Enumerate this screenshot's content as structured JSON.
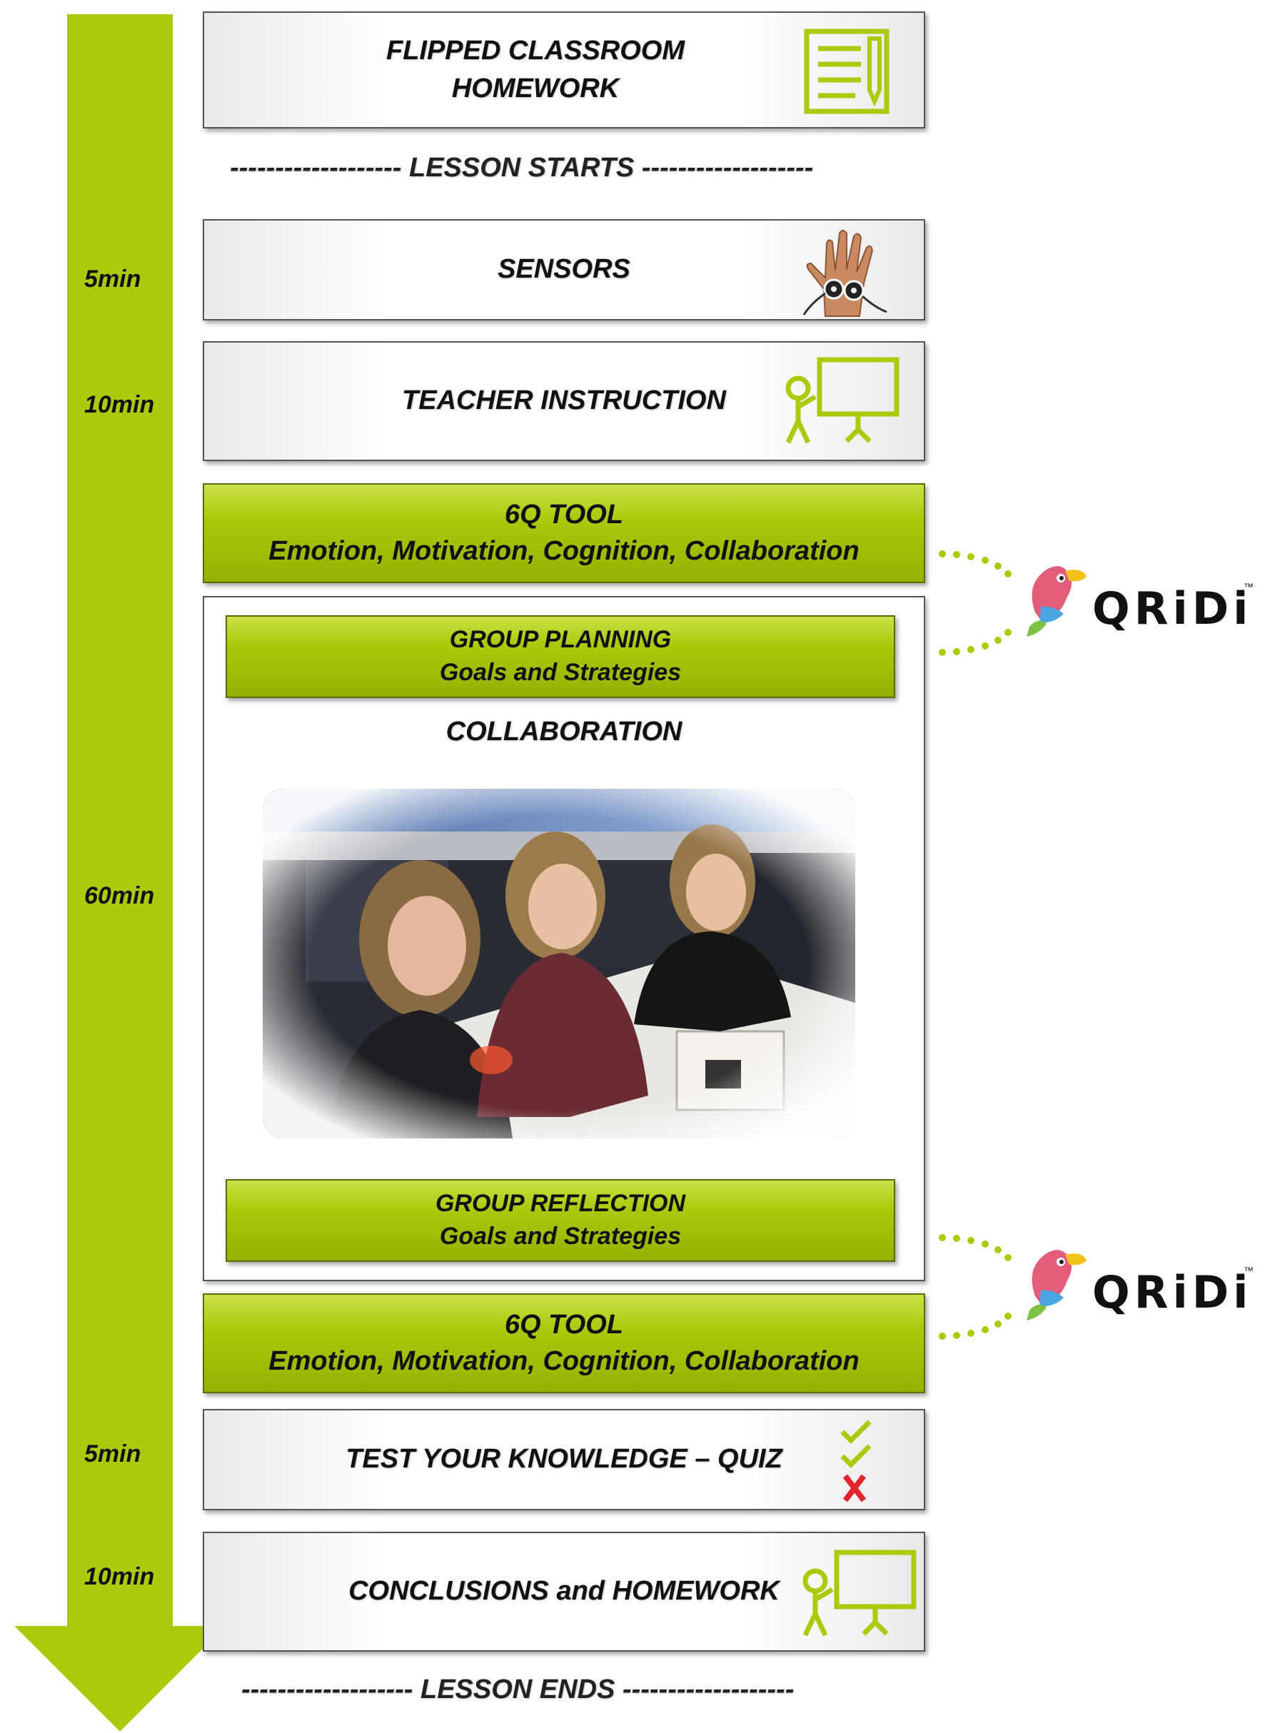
{
  "timeline": {
    "times": [
      "5min",
      "10min",
      "60min",
      "5min",
      "10min"
    ],
    "lesson_starts": "------------------- LESSON STARTS -------------------",
    "lesson_ends": "------------------- LESSON ENDS -------------------"
  },
  "steps": {
    "flipped_line1": "FLIPPED CLASSROOM",
    "flipped_line2": "HOMEWORK",
    "sensors": "SENSORS",
    "teacher_instruction": "TEACHER INSTRUCTION",
    "tool_title": "6Q TOOL",
    "tool_subtitle": "Emotion, Motivation, Cognition, Collaboration",
    "group_planning_title": "GROUP PLANNING",
    "group_planning_subtitle": "Goals and Strategies",
    "collaboration": "COLLABORATION",
    "group_reflection_title": "GROUP REFLECTION",
    "group_reflection_subtitle": "Goals and Strategies",
    "quiz": "TEST YOUR KNOWLEDGE – QUIZ",
    "conclusions": "CONCLUSIONS and HOMEWORK"
  },
  "logo": {
    "text": "QRiDi",
    "tm": "™"
  },
  "colors": {
    "accent_green": "#acc90c",
    "dark_green": "#95b000",
    "quiz_cross": "#e0262b"
  },
  "icons": [
    "notebook-icon",
    "sensor-hand-icon",
    "teacher-board-icon",
    "checklist-icon",
    "parrot-logo-icon"
  ]
}
